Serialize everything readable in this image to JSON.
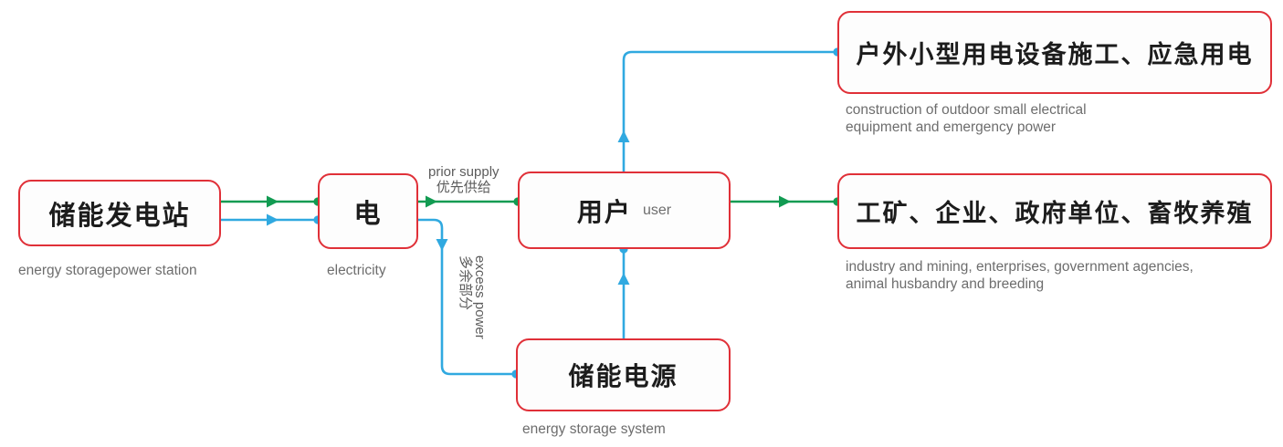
{
  "diagram": {
    "title": "energy storage power station distribution flow",
    "colors": {
      "node_border_red": "#e03038",
      "flow_green": "#129b52",
      "flow_blue": "#30a9e0",
      "caption_gray": "#6d6d6d",
      "text_black": "#1c1c1c",
      "background": "#ffffff"
    },
    "nodes": [
      {
        "id": "storage-station",
        "label_cn": "储能发电站",
        "caption_en": "energy storagepower station"
      },
      {
        "id": "electricity",
        "label_cn": "电",
        "caption_en": "electricity"
      },
      {
        "id": "user",
        "label_cn": "用户",
        "label_en": "user",
        "caption_en": ""
      },
      {
        "id": "outdoor",
        "label_cn": "户外小型用电设备施工、应急用电",
        "caption_en": "construction of outdoor small electrical\nequipment and emergency power"
      },
      {
        "id": "industry",
        "label_cn": "工矿、企业、政府单位、畜牧养殖",
        "caption_en": "industry and mining, enterprises, government agencies,\nanimal husbandry and breeding"
      },
      {
        "id": "storage-system",
        "label_cn": "储能电源",
        "caption_en": "energy storage system"
      }
    ],
    "edge_labels": {
      "prior_supply_en": "prior supply",
      "prior_supply_cn": "优先供给",
      "excess_power_en": "excess power",
      "excess_power_cn": "多余部分"
    },
    "edges": [
      {
        "id": "station-to-electricity-green",
        "from": "storage-station",
        "to": "electricity",
        "color": "#129b52"
      },
      {
        "id": "station-to-electricity-blue",
        "from": "storage-station",
        "to": "electricity",
        "color": "#30a9e0"
      },
      {
        "id": "electricity-to-user-green",
        "from": "electricity",
        "to": "user",
        "color": "#129b52",
        "label": "prior supply / 优先供给"
      },
      {
        "id": "electricity-to-storage-blue",
        "from": "electricity",
        "to": "storage-system",
        "color": "#30a9e0",
        "label": "excess power / 多余部分"
      },
      {
        "id": "user-to-outdoor-blue",
        "from": "user",
        "to": "outdoor",
        "color": "#30a9e0"
      },
      {
        "id": "user-to-industry-green",
        "from": "user",
        "to": "industry",
        "color": "#129b52"
      },
      {
        "id": "storage-to-user-blue",
        "from": "storage-system",
        "to": "user",
        "color": "#30a9e0"
      }
    ]
  }
}
